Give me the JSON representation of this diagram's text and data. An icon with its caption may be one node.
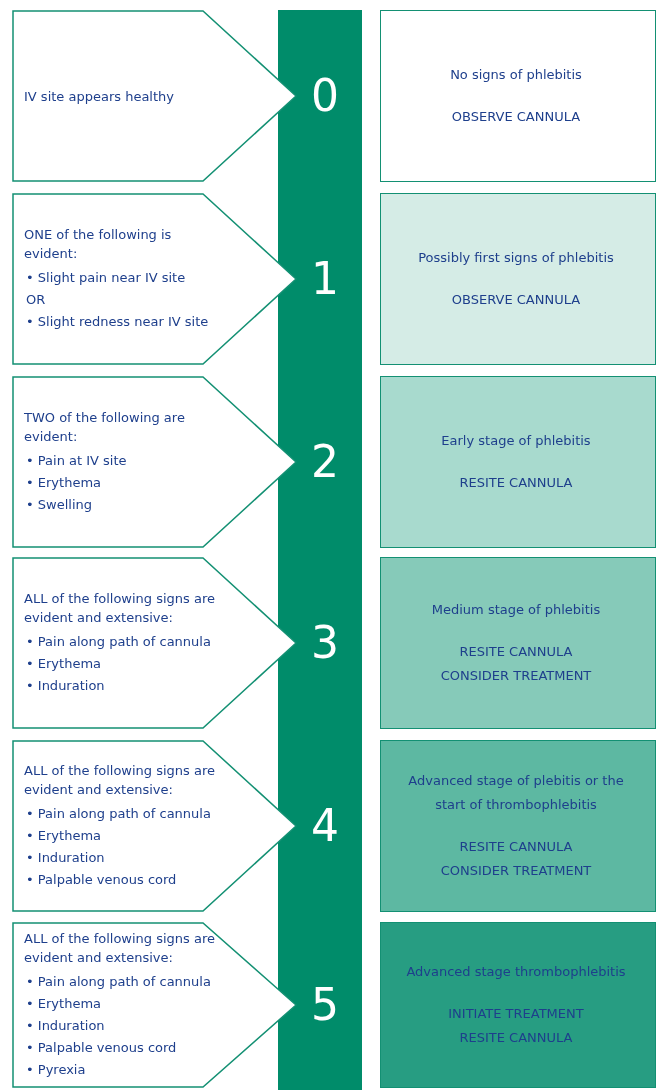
{
  "diagram": {
    "nodes": [
      {
        "text": [],
        "shape": "bar"
      },
      {
        "text": [
          "IV site appears healthy"
        ]
      },
      {
        "text": [
          "0"
        ],
        "in": 0
      },
      {
        "text": [
          "No signs of phlebitis",
          "OBSERVE CANNULA"
        ]
      },
      {
        "text": [
          "ONE of the following is evident:",
          "• Slight pain near IV site",
          "OR",
          "• Slight redness near IV site"
        ]
      },
      {
        "text": [
          "1"
        ],
        "in": 0
      },
      {
        "text": [
          "Possibly first signs of phlebitis",
          "OBSERVE CANNULA"
        ]
      },
      {
        "text": [
          "TWO of the following are evident:",
          "• Pain at IV site",
          "• Erythema",
          "• Swelling"
        ]
      },
      {
        "text": [
          "2"
        ],
        "in": 0
      },
      {
        "text": [
          "Early stage of phlebitis",
          "RESITE CANNULA"
        ]
      },
      {
        "text": [
          "ALL of the following signs are evident and extensive:",
          "• Pain along path of cannula",
          "• Erythema",
          "• Induration"
        ]
      },
      {
        "text": [
          "3"
        ],
        "in": 0
      },
      {
        "text": [
          "Medium stage of phlebitis",
          "RESITE CANNULA",
          "CONSIDER TREATMENT"
        ]
      },
      {
        "text": [
          "ALL of the following signs are evident and extensive:",
          "• Pain along path of cannula",
          "• Erythema",
          "• Induration",
          "• Palpable venous cord"
        ]
      },
      {
        "text": [
          "4"
        ],
        "in": 0
      },
      {
        "text": [
          "Advanced stage of plebitis or the start of thrombophlebitis",
          "RESITE CANNULA",
          "CONSIDER TREATMENT"
        ]
      },
      {
        "text": [
          "ALL of the following signs are evident and extensive:",
          "• Pain along path of cannula",
          "• Erythema",
          "• Induration",
          "• Palpable venous cord",
          "• Pyrexia"
        ]
      },
      {
        "text": [
          "5"
        ],
        "in": 0
      },
      {
        "text": [
          "Advanced stage thrombophlebitis",
          "INITIATE TREATMENT",
          "RESITE CANNULA"
        ]
      }
    ]
  }
}
